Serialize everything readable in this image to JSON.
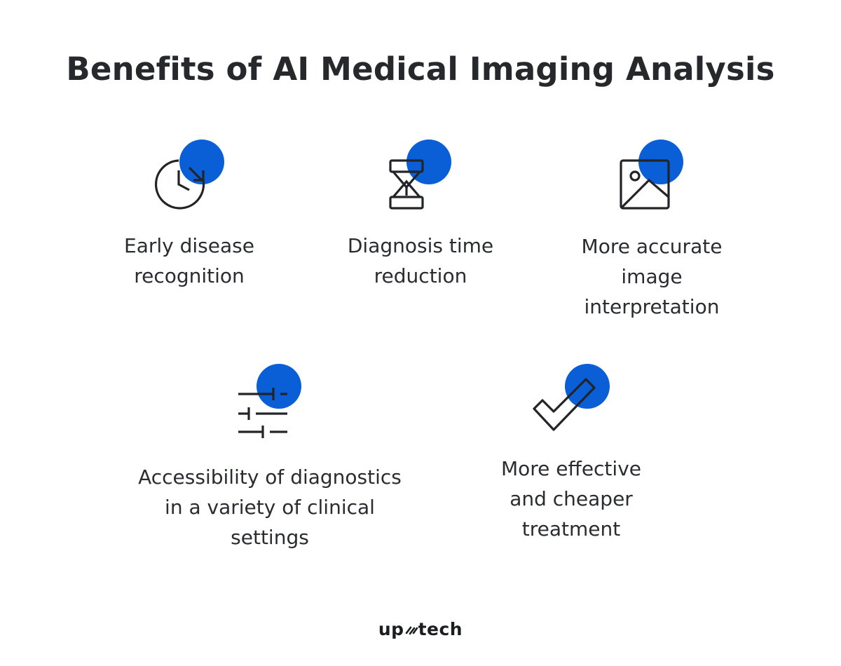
{
  "title": "Benefits of AI Medical Imaging Analysis",
  "benefits": [
    {
      "label": "Early disease recognition",
      "icon": "clock-icon"
    },
    {
      "label": "Diagnosis time reduction",
      "icon": "hourglass-icon"
    },
    {
      "label": "More accurate image interpretation",
      "icon": "image-icon"
    },
    {
      "label": "Accessibility of diagnostics in a variety of clinical settings",
      "icon": "sliders-icon"
    },
    {
      "label": "More effective and cheaper treatment",
      "icon": "checkmark-icon"
    }
  ],
  "logo": {
    "left": "up",
    "right": "tech"
  },
  "colors": {
    "accent": "#0a5fd6",
    "stroke": "#222428",
    "text": "#2a2c30"
  }
}
